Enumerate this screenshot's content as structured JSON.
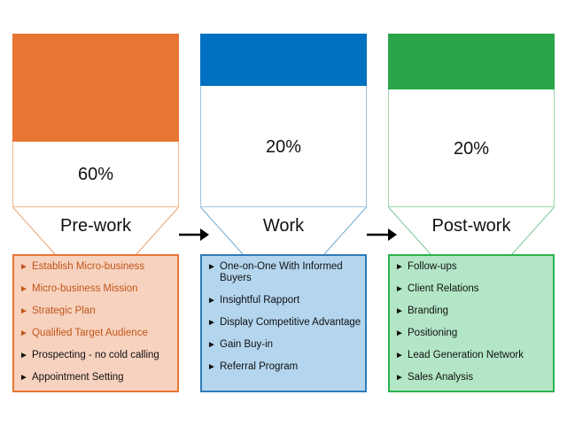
{
  "stages": [
    {
      "name": "Pre-work",
      "percent_label": "60%",
      "percent": 60,
      "fill_fraction": 0.62,
      "fill_color": "#E97535",
      "border_color": "#F0B890",
      "funnel_color": "#E9A070",
      "list_bg": "#F7D2BF",
      "list_border": "#E97535",
      "items": [
        {
          "bullet": "►",
          "text": "Establish Micro-business",
          "color": "#C0561B"
        },
        {
          "bullet": "►",
          "text": "Micro-business Mission",
          "color": "#C0561B"
        },
        {
          "bullet": "►",
          "text": "Strategic Plan",
          "color": "#C0561B"
        },
        {
          "bullet": "►",
          "text": "Qualified Target Audience",
          "color": "#C0561B"
        },
        {
          "bullet": "►",
          "text": "Prospecting - no cold calling",
          "color": "#111111"
        },
        {
          "bullet": "►",
          "text": "Appointment Setting",
          "color": "#111111"
        }
      ]
    },
    {
      "name": "Work",
      "percent_label": "20%",
      "percent": 20,
      "fill_fraction": 0.3,
      "fill_color": "#0070C0",
      "border_color": "#9CC6E4",
      "funnel_color": "#6FA8CF",
      "list_bg": "#B4D5EE",
      "list_border": "#2F7BB8",
      "items": [
        {
          "bullet": "►",
          "text": "One-on-One With Informed Buyers",
          "color": "#111111"
        },
        {
          "bullet": "►",
          "text": "Insightful Rapport",
          "color": "#111111"
        },
        {
          "bullet": "►",
          "text": "Display Competitive Advantage",
          "color": "#111111"
        },
        {
          "bullet": "►",
          "text": "Gain Buy-in",
          "color": "#111111"
        },
        {
          "bullet": "►",
          "text": "Referral Program",
          "color": "#111111"
        }
      ]
    },
    {
      "name": "Post-work",
      "percent_label": "20%",
      "percent": 20,
      "fill_fraction": 0.32,
      "fill_color": "#2BA44A",
      "border_color": "#9ED7AE",
      "funnel_color": "#7CC892",
      "list_bg": "#B3E6C6",
      "list_border": "#2BB24C",
      "items": [
        {
          "bullet": "►",
          "text": "Follow-ups",
          "color": "#111111"
        },
        {
          "bullet": "►",
          "text": "Client Relations",
          "color": "#111111"
        },
        {
          "bullet": "►",
          "text": "Branding",
          "color": "#111111"
        },
        {
          "bullet": "►",
          "text": "Positioning",
          "color": "#111111"
        },
        {
          "bullet": "►",
          "text": "Lead Generation Network",
          "color": "#111111"
        },
        {
          "bullet": "►",
          "text": "Sales Analysis",
          "color": "#111111"
        }
      ]
    }
  ],
  "connectors": [
    {
      "from": "Pre-work",
      "to": "Work",
      "icon": "arrow-right-icon"
    },
    {
      "from": "Work",
      "to": "Post-work",
      "icon": "arrow-right-icon"
    }
  ]
}
